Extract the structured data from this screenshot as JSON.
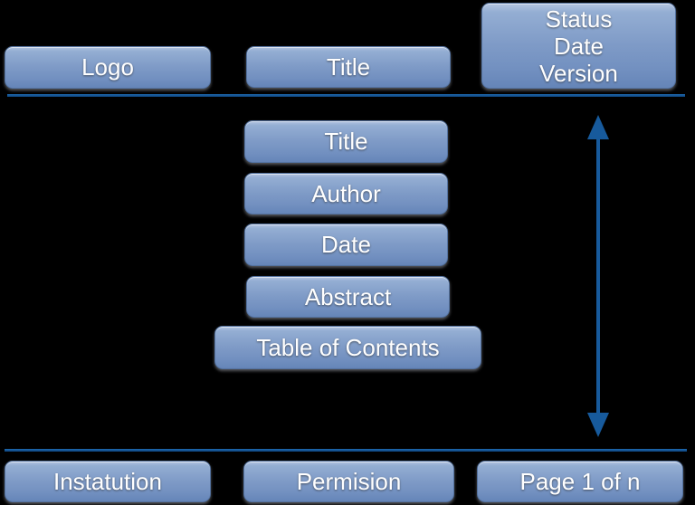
{
  "diagram": {
    "colors": {
      "background": "#000000",
      "node_gradient_top": "#b3c4e0",
      "node_gradient_bottom": "#6585b8",
      "node_border": "#54729f",
      "separator_line": "#175a9c",
      "arrow": "#175a9c",
      "text": "#ffffff"
    },
    "header": {
      "logo": "Logo",
      "title": "Title",
      "status_lines": [
        "Status",
        "Date",
        "Version"
      ]
    },
    "body": {
      "title": "Title",
      "author": "Author",
      "date": "Date",
      "abstract": "Abstract",
      "toc": "Table of Contents"
    },
    "footer": {
      "institution": "Instatution",
      "permission": "Permision",
      "page": "Page 1 of n"
    }
  }
}
